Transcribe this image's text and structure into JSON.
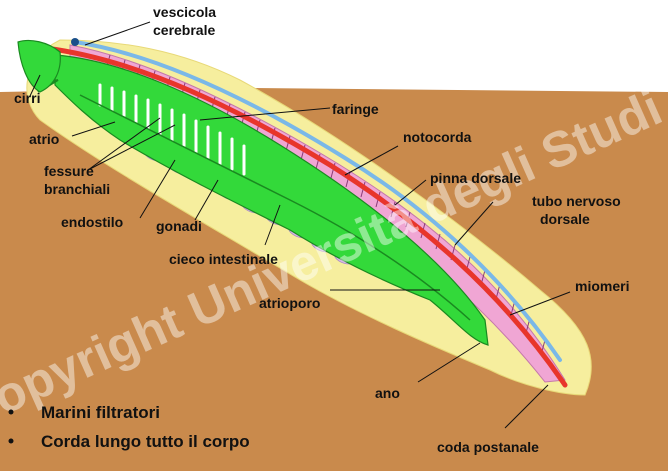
{
  "labels": {
    "vescicola_1": "vescicola",
    "vescicola_2": "cerebrale",
    "cirri": "cirri",
    "faringe": "faringe",
    "atrio": "atrio",
    "notocorda": "notocorda",
    "fessure_1": "fessure",
    "fessure_2": "branchiali",
    "pinna_dorsale": "pinna dorsale",
    "tubo_1": "tubo nervoso",
    "tubo_2": "dorsale",
    "endostilo": "endostilo",
    "gonadi": "gonadi",
    "cieco_intestinale": "cieco intestinale",
    "atrioporo": "atrioporo",
    "miomeri": "miomeri",
    "ano": "ano",
    "coda_postanale": "coda postanale"
  },
  "bullets": [
    "Marini filtratori",
    "Corda lungo tutto il corpo"
  ],
  "watermark": "Copyright Università degli Studi di Milano",
  "colors": {
    "sky": "#ffffff",
    "soil": "#c98a4c",
    "fin": "#f6ee9e",
    "body_green": "#33d93a",
    "notochord_red": "#e8352b",
    "nerve_blue": "#7ab8e8",
    "myomere_pink": "#f0a6d4",
    "gonad_lilac": "#d9b8e8"
  }
}
